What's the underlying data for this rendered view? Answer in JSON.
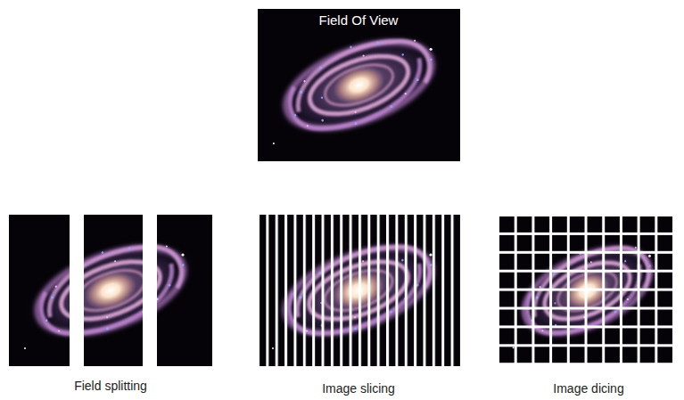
{
  "diagram": {
    "labels": [
      "Field Of View",
      "Field splitting",
      "Image slicing",
      "Image dicing"
    ]
  }
}
